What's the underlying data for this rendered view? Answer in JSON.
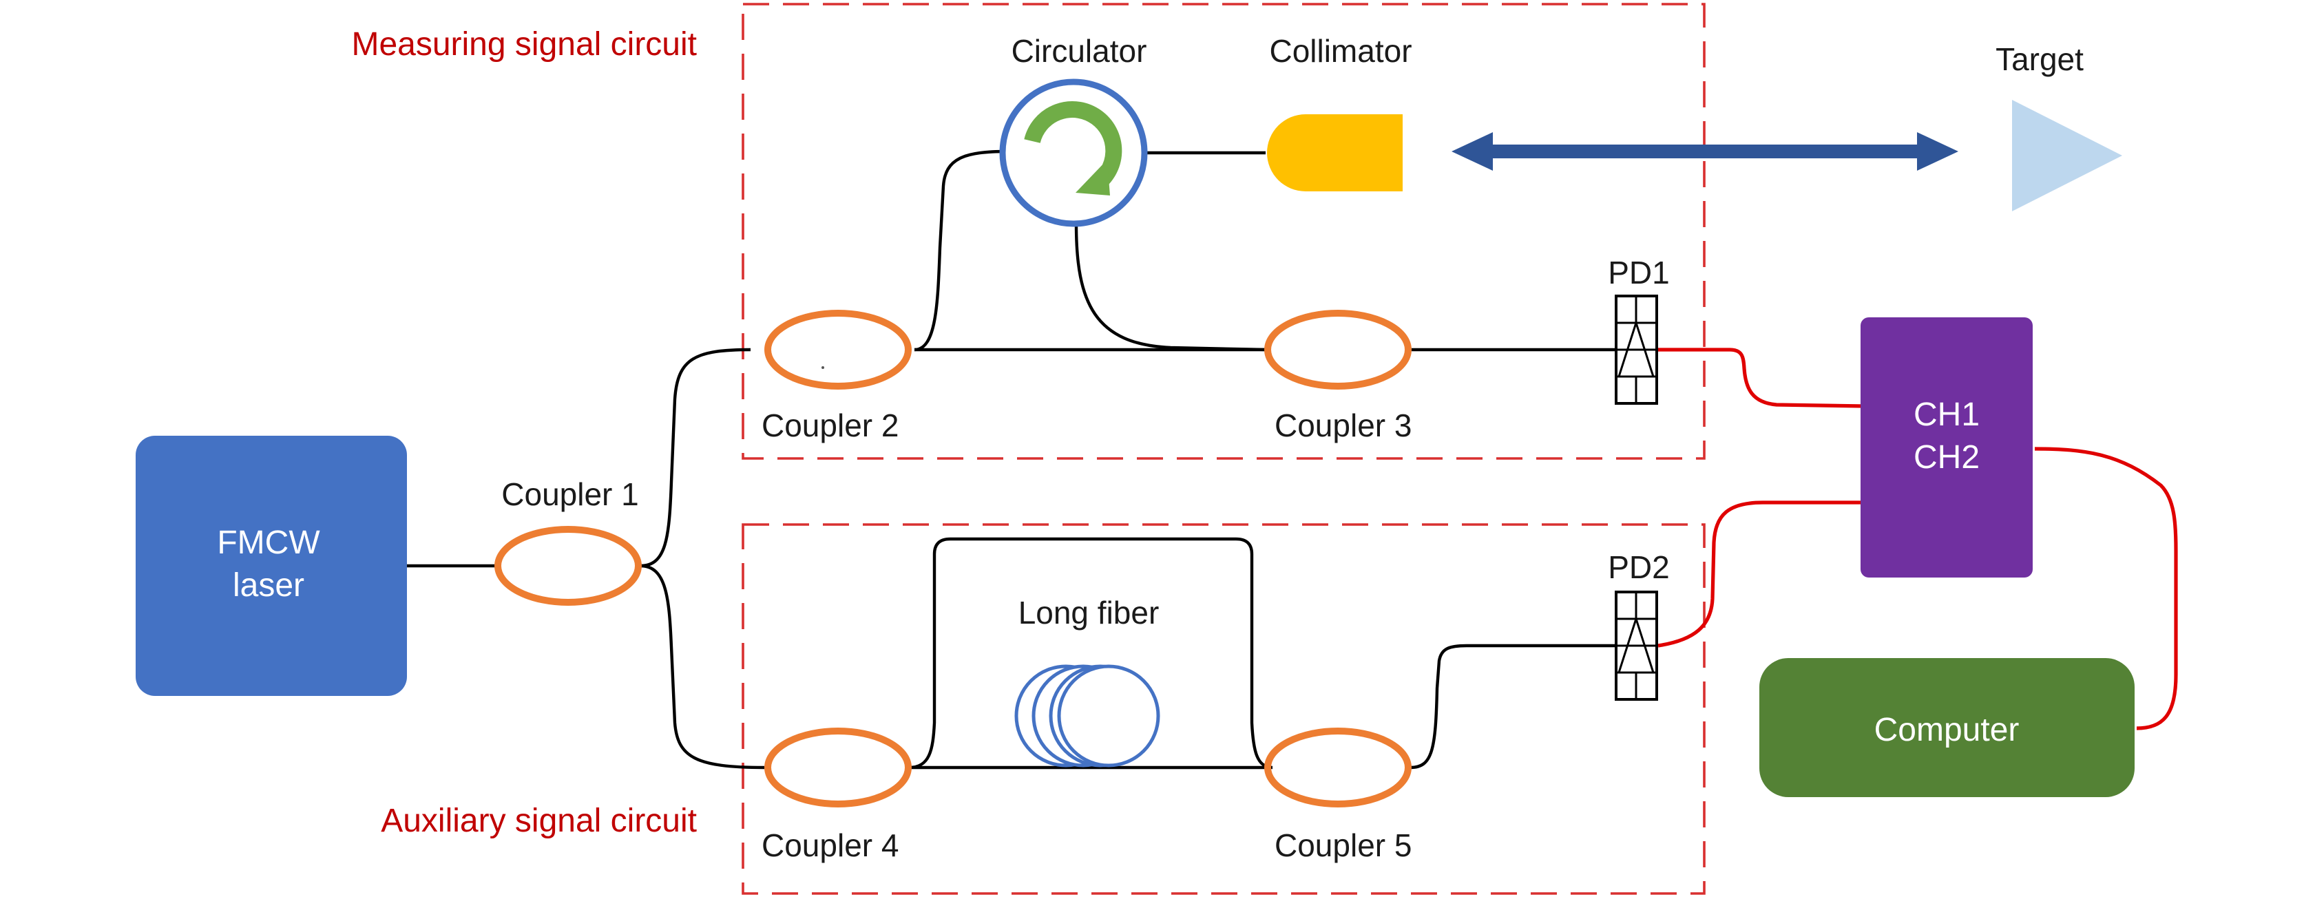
{
  "circuits": {
    "measuring_label": "Measuring signal circuit",
    "auxiliary_label": "Auxiliary signal circuit"
  },
  "components": {
    "laser_line1": "FMCW",
    "laser_line2": "laser",
    "coupler1": "Coupler 1",
    "coupler2": "Coupler 2",
    "coupler3": "Coupler 3",
    "coupler4": "Coupler 4",
    "coupler5": "Coupler 5",
    "circulator": "Circulator",
    "collimator": "Collimator",
    "target": "Target",
    "long_fiber": "Long fiber",
    "pd1": "PD1",
    "pd2": "PD2",
    "daq_ch1": "CH1",
    "daq_ch2": "CH2",
    "computer": "Computer"
  },
  "colors": {
    "laser": "#4472c4",
    "coupler": "#ed7d31",
    "circulator_ring": "#4472c4",
    "circulator_arrow": "#70ad47",
    "collimator": "#ffc000",
    "beam_arrow": "#2f5597",
    "target": "#bdd7ee",
    "daq": "#7030a0",
    "computer": "#548235",
    "electrical_wire": "#e00000",
    "circuit_border": "#d93030",
    "circuit_label": "#c00000"
  }
}
